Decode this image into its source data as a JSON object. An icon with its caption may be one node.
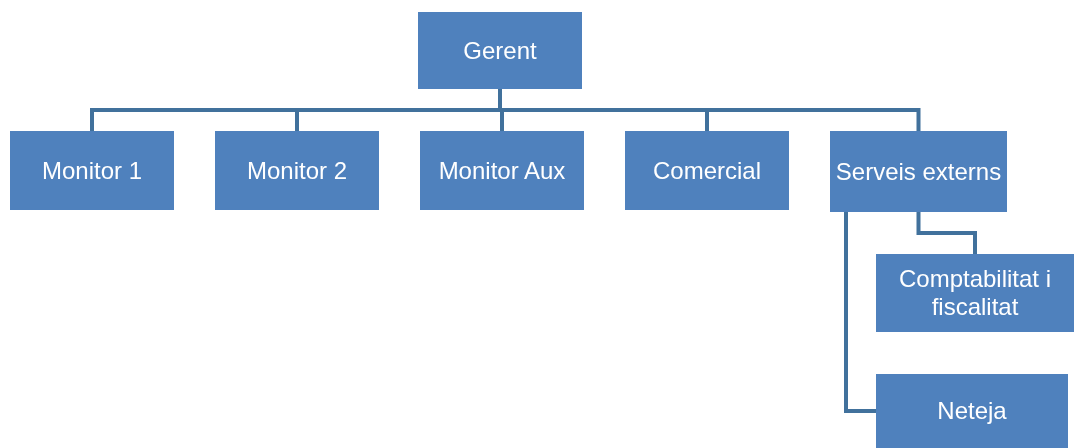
{
  "diagram": {
    "nodes": [
      {
        "text": [
          "Gerent"
        ]
      },
      {
        "text": [
          "Monitor 1"
        ]
      },
      {
        "text": [
          "Monitor 2"
        ]
      },
      {
        "text": [
          "Monitor Aux"
        ]
      },
      {
        "text": [
          "Comercial"
        ]
      },
      {
        "text": [
          "Serveis externs"
        ]
      },
      {
        "text": [
          "Comptabilitat i fiscalitat"
        ]
      },
      {
        "text": [
          "Neteja"
        ]
      }
    ],
    "edges": [
      {
        "from": 0,
        "to": 1,
        "arrow": "none"
      },
      {
        "from": 0,
        "to": 2,
        "arrow": "none"
      },
      {
        "from": 0,
        "to": 3,
        "arrow": "none"
      },
      {
        "from": 0,
        "to": 4,
        "arrow": "none"
      },
      {
        "from": 0,
        "to": 5,
        "arrow": "none"
      },
      {
        "from": 5,
        "to": 6,
        "arrow": "none"
      },
      {
        "from": 5,
        "to": 7,
        "arrow": "none"
      }
    ]
  }
}
